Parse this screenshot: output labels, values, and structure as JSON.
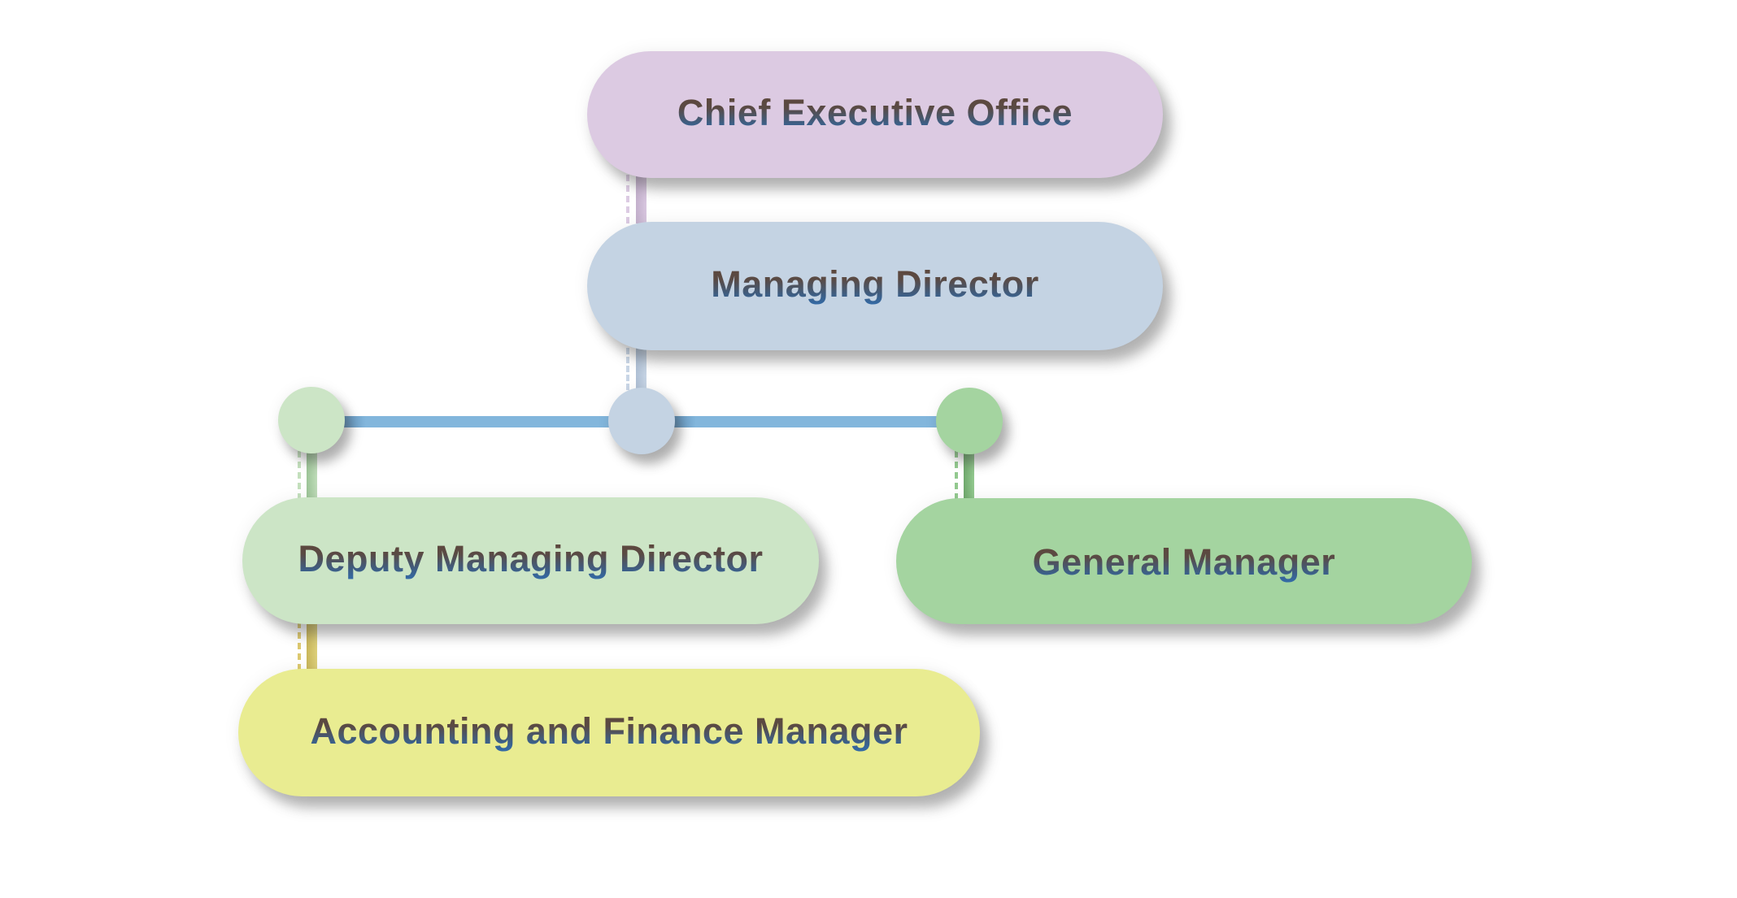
{
  "diagram": {
    "type": "org-chart",
    "nodes": {
      "ceo": {
        "label": "Chief Executive Office",
        "color": "#dccae2"
      },
      "md": {
        "label": "Managing Director",
        "color": "#c4d3e3"
      },
      "dmd": {
        "label": "Deputy Managing Director",
        "color": "#cce5c6"
      },
      "gm": {
        "label": "General Manager",
        "color": "#a4d4a0"
      },
      "afm": {
        "label": "Accounting and Finance Manager",
        "color": "#e9ec91"
      }
    },
    "junctions": {
      "left": {
        "color": "#cce5c6"
      },
      "center": {
        "color": "#c4d3e3"
      },
      "right": {
        "color": "#a4d4a0"
      }
    },
    "edges": [
      {
        "from": "Chief Executive Office",
        "to": "Managing Director",
        "color": "#d2bfd9"
      },
      {
        "from": "Managing Director",
        "to": "junction-center",
        "color": "#b9c8da"
      },
      {
        "from": "junction-center",
        "to": "junction-left",
        "color": "#82b6dc"
      },
      {
        "from": "junction-center",
        "to": "junction-right",
        "color": "#82b6dc"
      },
      {
        "from": "junction-left",
        "to": "Deputy Managing Director",
        "color": "#b7d8b2"
      },
      {
        "from": "junction-right",
        "to": "General Manager",
        "color": "#86bf84"
      },
      {
        "from": "Deputy Managing Director",
        "to": "Accounting and Finance Manager",
        "color": "#d6c66a"
      }
    ],
    "text_gradient": [
      "#5e4638",
      "#2f6fb5"
    ]
  }
}
